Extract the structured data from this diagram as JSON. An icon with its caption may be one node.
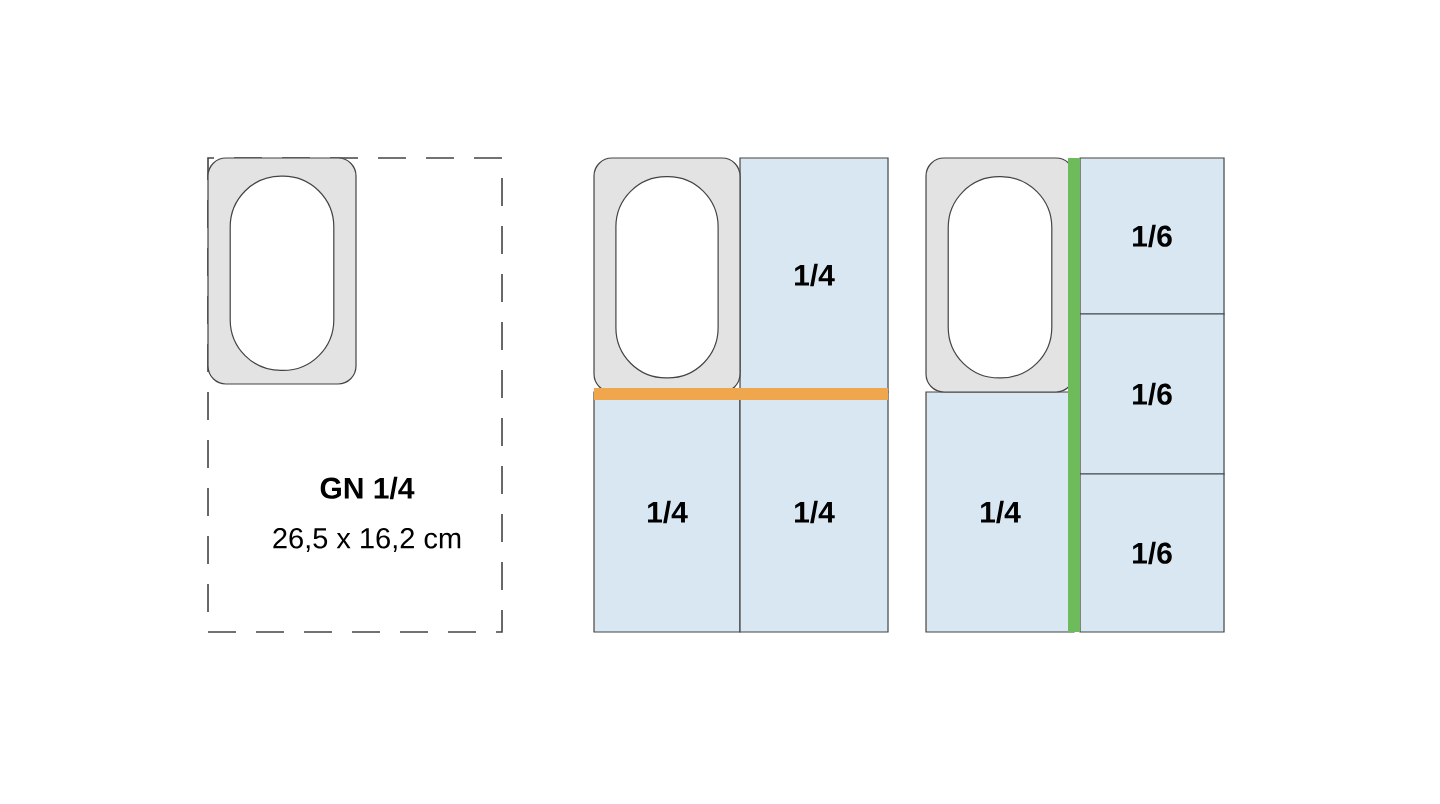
{
  "diagram": {
    "nodes": [
      {
        "text": [
          "GN 1/4",
          "26,5 x 16,2 cm"
        ]
      },
      {
        "text": [
          "1/4"
        ]
      },
      {
        "text": [
          "1/4"
        ]
      },
      {
        "text": [
          "1/4"
        ]
      },
      {
        "text": [
          "1/6"
        ]
      },
      {
        "text": [
          "1/4"
        ]
      },
      {
        "text": [
          "1/6"
        ]
      },
      {
        "text": [
          "1/6"
        ]
      }
    ]
  }
}
